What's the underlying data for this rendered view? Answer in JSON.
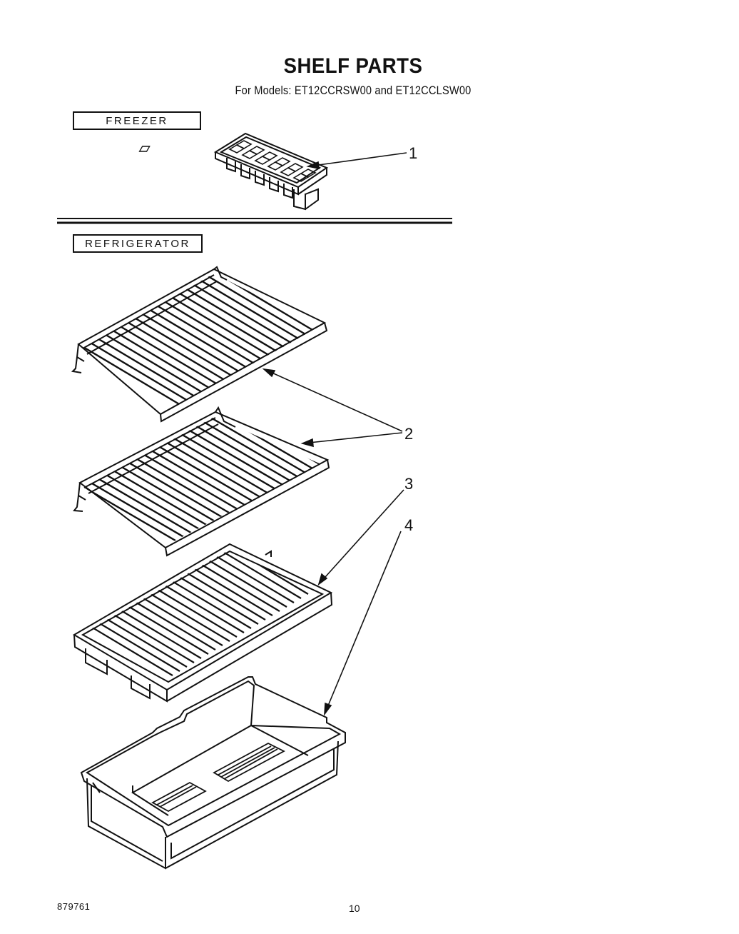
{
  "title": "SHELF PARTS",
  "subtitle": "For Models: ET12CCRSW00  and ET12CCLSW00",
  "sections": {
    "freezer": "FREEZER",
    "refrigerator": "REFRIGERATOR"
  },
  "callouts": [
    "1",
    "2",
    "3",
    "4"
  ],
  "footer": {
    "code": "879761",
    "page": "10"
  }
}
